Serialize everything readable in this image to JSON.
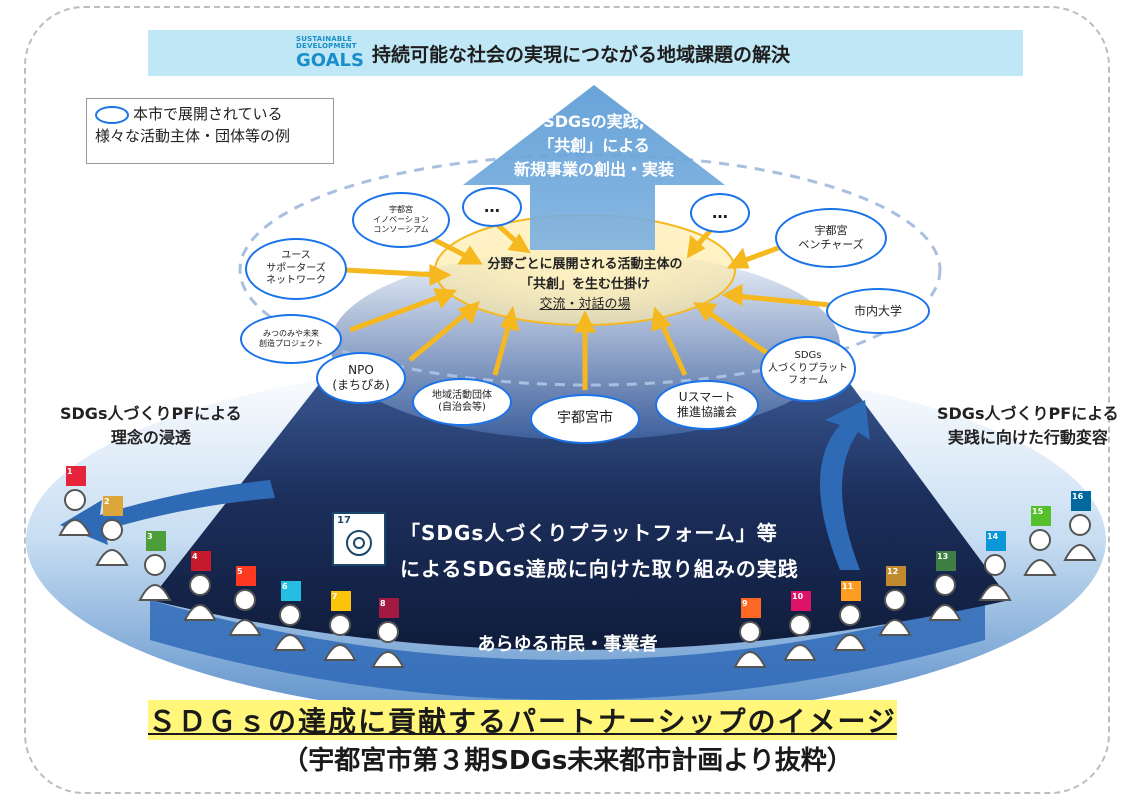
{
  "banner": {
    "logo_line1": "SUSTAINABLE",
    "logo_line2": "DEVELOPMENT",
    "logo_line3": "GOALS",
    "title": "持続可能な社会の実現につながる地域課題の解決"
  },
  "legend": {
    "line1": "本市で展開されている",
    "line2": "様々な活動主体・団体等の例"
  },
  "arrow_text": {
    "line1": "SDGsの実践,",
    "line2": "「共創」による",
    "line3": "新規事業の創出・実装"
  },
  "center": {
    "line1": "分野ごとに展開される活動主体の",
    "line2": "「共創」を生む仕掛け",
    "line3": "交流・対話の場"
  },
  "nodes": {
    "ellipsis_left": "…",
    "ellipsis_right": "…",
    "innovation_l1": "宇都宮",
    "innovation_l2": "イノベーション",
    "innovation_l3": "コンソーシアム",
    "youth_l1": "ユース",
    "youth_l2": "サポーターズ",
    "youth_l3": "ネットワーク",
    "miya_l1": "みつのみや未来",
    "miya_l2": "創造プロジェクト",
    "npo_l1": "NPO",
    "npo_l2": "(まちぴあ)",
    "chiiki_l1": "地域活動団体",
    "chiiki_l2": "(自治会等)",
    "city": "宇都宮市",
    "usmart_l1": "Uスマート",
    "usmart_l2": "推進協議会",
    "pf_l1": "SDGs",
    "pf_l2": "人づくりプラット",
    "pf_l3": "フォーム",
    "univ": "市内大学",
    "venture_l1": "宇都宮",
    "venture_l2": "ベンチャーズ"
  },
  "left_text": {
    "line1": "SDGs人づくりPFによる",
    "line2": "理念の浸透"
  },
  "right_text": {
    "line1": "SDGs人づくりPFによる",
    "line2": "実践に向けた行動変容"
  },
  "main_text": {
    "goal_number": "17",
    "line1": "「SDGs人づくりプラットフォーム」等",
    "line2": "によるSDGs達成に向けた取り組みの実践"
  },
  "bottom_label": "あらゆる市民・事業者",
  "footer": {
    "title": "ＳＤＧｓの達成に貢献するパートナーシップのイメージ",
    "subtitle": "（宇都宮市第３期SDGs未来都市計画より抜粋）"
  },
  "colors": {
    "oval_border": "#1a73e8",
    "arrow": "#5b9bd5",
    "cone_dark": "#14254a",
    "banner": "#bfe7f5",
    "highlight": "#fff67a",
    "spoke_arrow": "#f6b81f"
  },
  "goal_icons": [
    {
      "num": "1",
      "color": "#e5243b"
    },
    {
      "num": "2",
      "color": "#dda63a"
    },
    {
      "num": "3",
      "color": "#4c9f38"
    },
    {
      "num": "4",
      "color": "#c5192d"
    },
    {
      "num": "5",
      "color": "#ff3a21"
    },
    {
      "num": "6",
      "color": "#26bde2"
    },
    {
      "num": "7",
      "color": "#fcc30b"
    },
    {
      "num": "8",
      "color": "#a21942"
    },
    {
      "num": "9",
      "color": "#fd6925"
    },
    {
      "num": "10",
      "color": "#dd1367"
    },
    {
      "num": "11",
      "color": "#fd9d24"
    },
    {
      "num": "12",
      "color": "#bf8b2e"
    },
    {
      "num": "13",
      "color": "#3f7e44"
    },
    {
      "num": "14",
      "color": "#0a97d9"
    },
    {
      "num": "15",
      "color": "#56c02b"
    },
    {
      "num": "16",
      "color": "#00689d"
    }
  ]
}
